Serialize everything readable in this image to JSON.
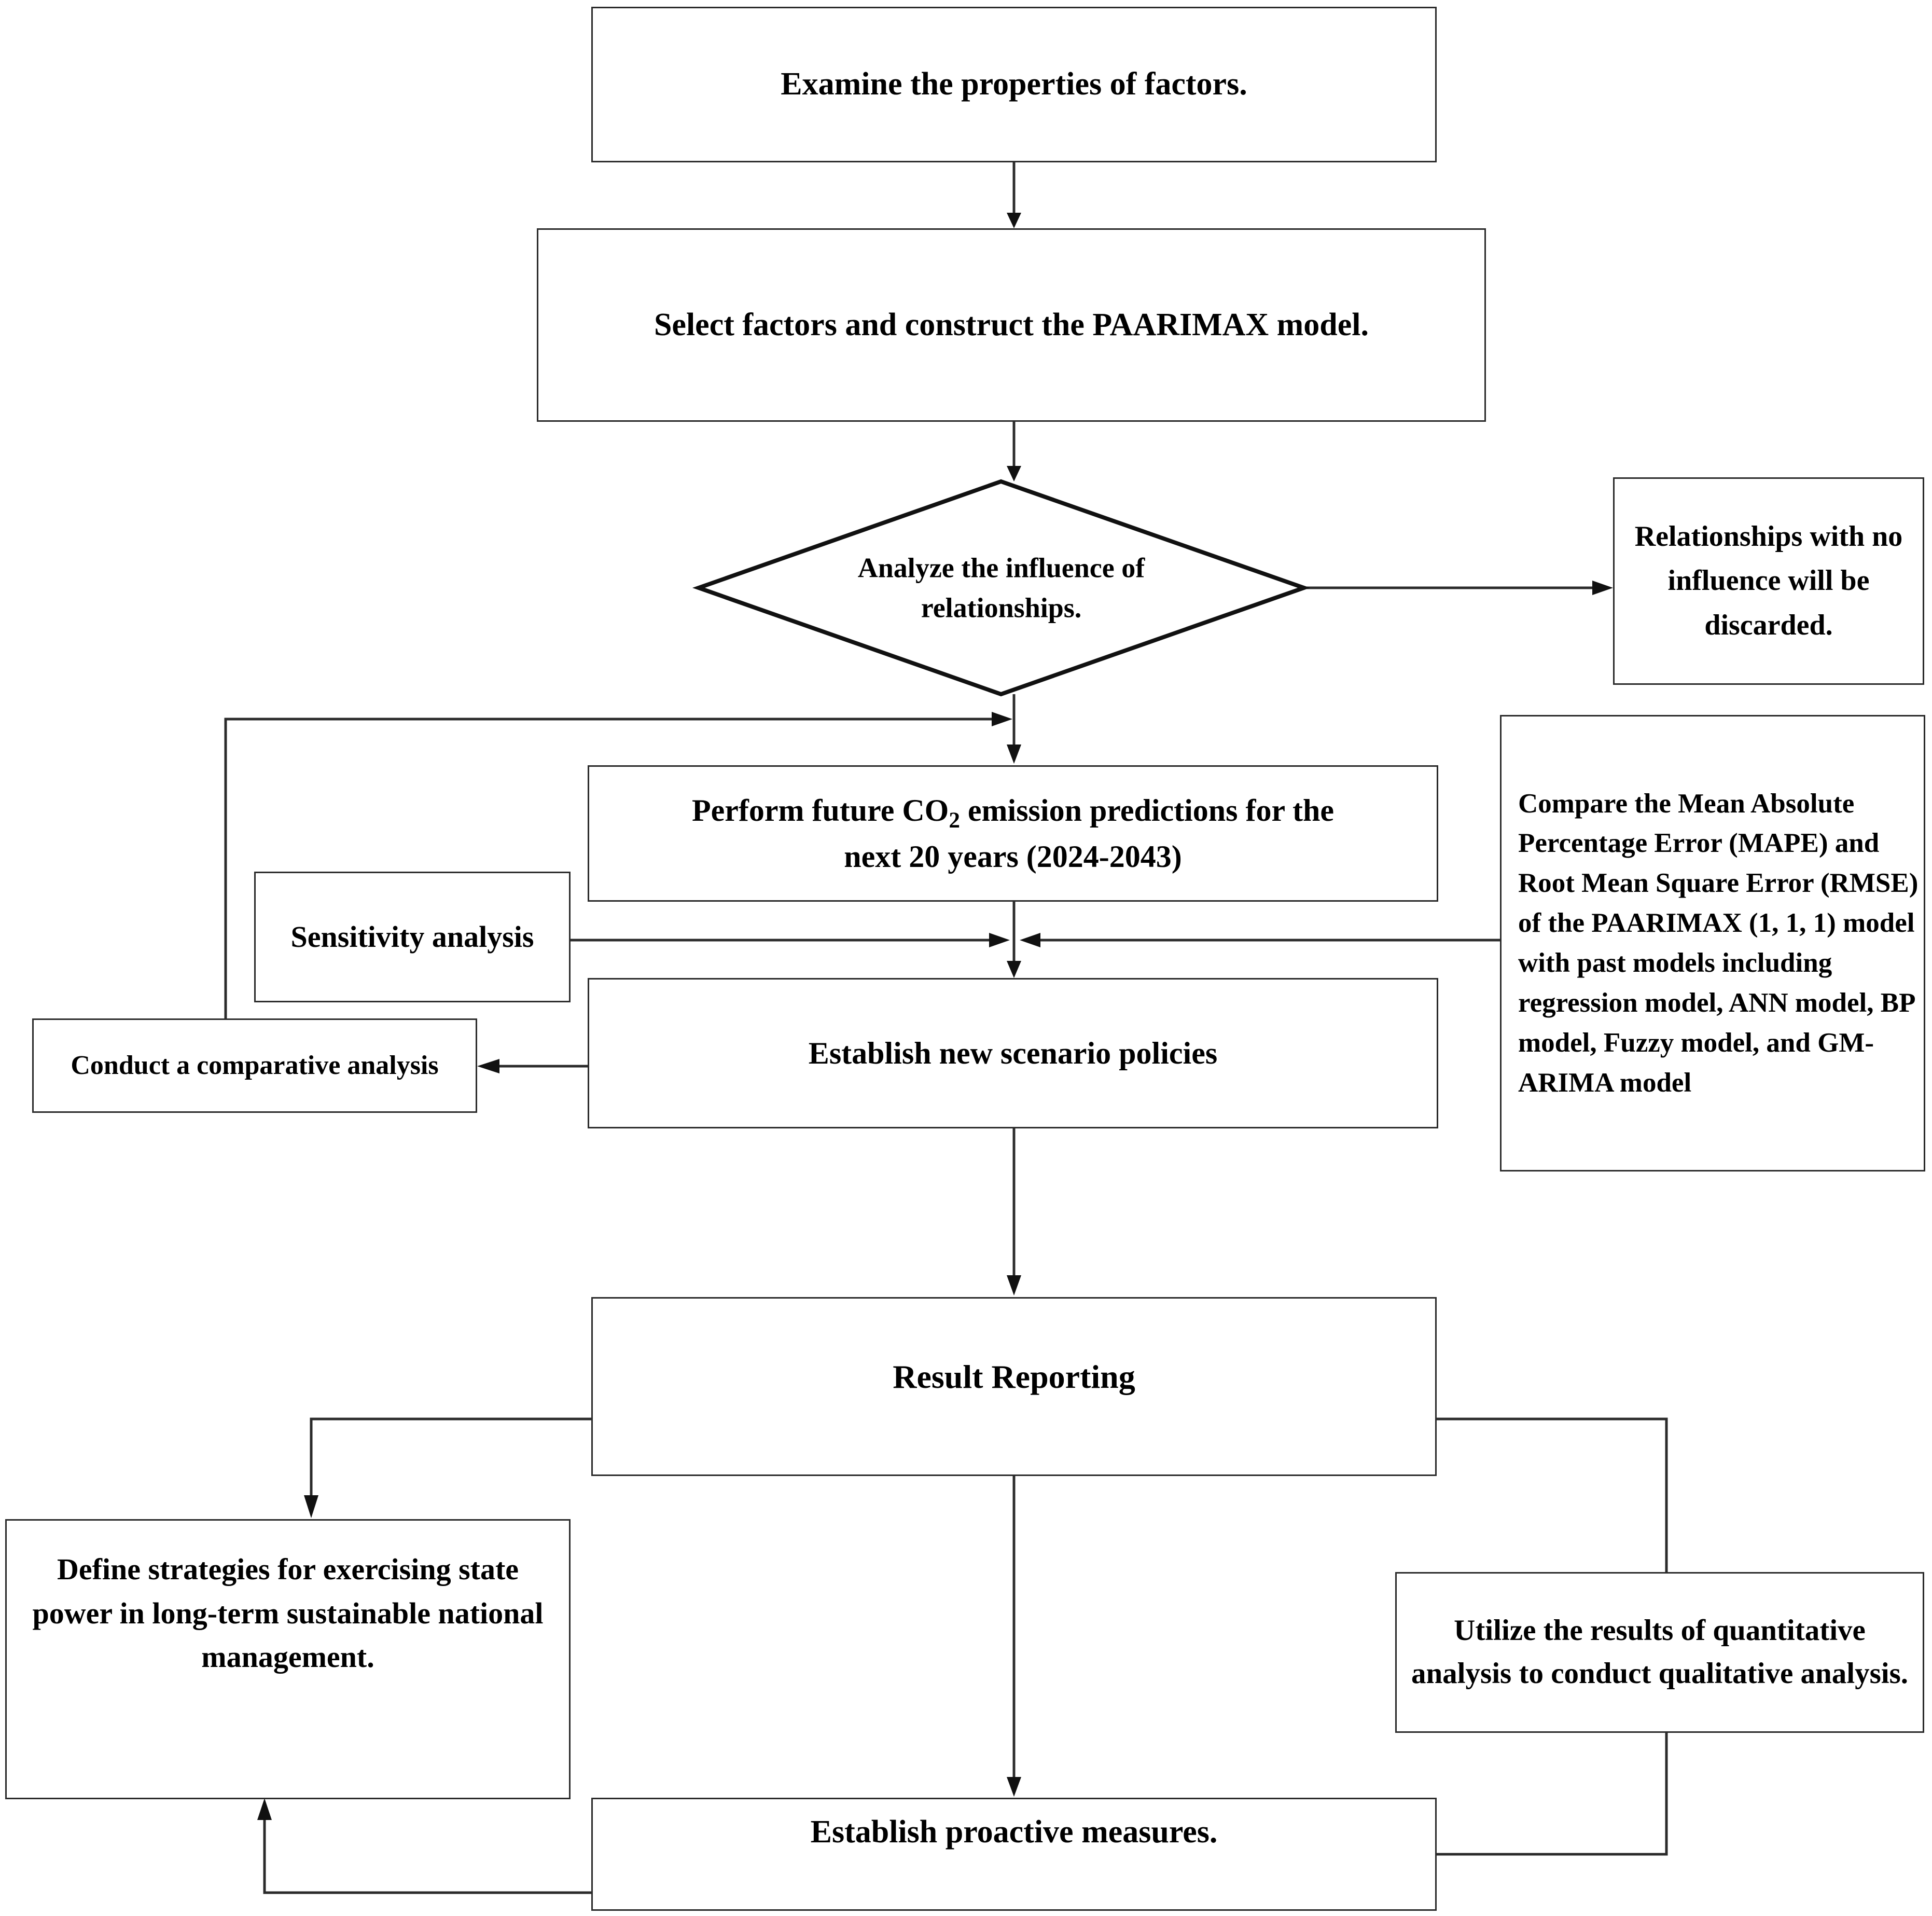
{
  "diagram": {
    "title": "CO2 emission prediction research workflow flowchart",
    "colors": {
      "stroke": "#2b2b2b",
      "fill": "#ffffff",
      "text": "#000000"
    },
    "nodes": {
      "examine": {
        "label": "Examine the properties of factors.",
        "shape": "rect"
      },
      "select": {
        "label": "Select factors and construct the PAARIMAX model.",
        "shape": "rect"
      },
      "diamond": {
        "line1": "Analyze the influence of",
        "line2": "relationships.",
        "shape": "diamond"
      },
      "discard": {
        "label": "Relationships with no influence will be discarded.",
        "shape": "rect"
      },
      "compare": {
        "label": "Compare the Mean Absolute Percentage Error (MAPE) and Root Mean Square Error (RMSE) of the PAARIMAX (1, 1, 1) model with past models including regression model, ANN model, BP model, Fuzzy model, and GM-ARIMA model",
        "shape": "rect"
      },
      "co2": {
        "line1_a": "Perform future CO",
        "line1_sub": "2",
        "line1_b": " emission predictions for the",
        "line2": "next 20 years (2024-2043)",
        "shape": "rect"
      },
      "sensitivity": {
        "label": "Sensitivity analysis",
        "shape": "rect"
      },
      "conduct": {
        "label": "Conduct a comparative analysis",
        "shape": "rect"
      },
      "scenario": {
        "label": "Establish new scenario policies",
        "shape": "rect"
      },
      "result": {
        "label": "Result Reporting",
        "shape": "rect"
      },
      "define": {
        "label": "Define strategies for exercising state power in long-term sustainable national management.",
        "shape": "rect"
      },
      "utilize": {
        "label": "Utilize the results of quantitative analysis to conduct qualitative analysis.",
        "shape": "rect"
      },
      "proactive": {
        "label": "Establish proactive measures.",
        "shape": "rect"
      }
    },
    "edges": [
      {
        "from": "examine",
        "to": "select",
        "type": "arrow-down"
      },
      {
        "from": "select",
        "to": "diamond",
        "type": "arrow-down"
      },
      {
        "from": "diamond",
        "to": "discard",
        "type": "arrow-right"
      },
      {
        "from": "diamond",
        "to": "co2",
        "type": "arrow-down"
      },
      {
        "from": "conduct",
        "to": "diamond-exit",
        "type": "feedback-left-up-right"
      },
      {
        "from": "sensitivity",
        "to": "scenario-junction",
        "type": "arrow-right"
      },
      {
        "from": "compare",
        "to": "scenario-junction",
        "type": "arrow-left"
      },
      {
        "from": "co2",
        "to": "scenario",
        "type": "arrow-down"
      },
      {
        "from": "scenario",
        "to": "conduct",
        "type": "arrow-left"
      },
      {
        "from": "scenario",
        "to": "result",
        "type": "arrow-down"
      },
      {
        "from": "result",
        "to": "define",
        "type": "left-down-arrow"
      },
      {
        "from": "result",
        "to": "utilize",
        "type": "right-down"
      },
      {
        "from": "result",
        "to": "proactive",
        "type": "arrow-down"
      },
      {
        "from": "utilize",
        "to": "proactive",
        "type": "down-left"
      },
      {
        "from": "proactive",
        "to": "define",
        "type": "down-left-up-arrow"
      }
    ]
  }
}
